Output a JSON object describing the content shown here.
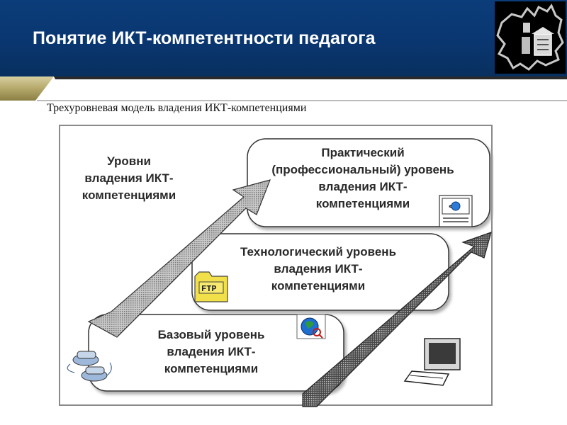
{
  "slide": {
    "title": "Понятие ИКТ-компетентности педагога",
    "subtitle": "Трехуровневая модель владения ИКТ-компетенциями"
  },
  "diagram": {
    "axis_label": [
      "Уровни",
      "владения ИКТ-",
      "компетенциями"
    ],
    "levels": [
      {
        "id": "practical",
        "lines": [
          "Практический",
          "(профессиональный) уровень",
          "владения ИКТ-",
          "компетенциями"
        ]
      },
      {
        "id": "technological",
        "lines": [
          "Технологический уровень",
          "владения ИКТ-",
          "компетенциями"
        ]
      },
      {
        "id": "basic",
        "lines": [
          "Базовый уровень",
          "владения ИКТ-",
          "компетенциями"
        ]
      }
    ],
    "icons": {
      "ftp_label": "FTP",
      "html_label": "<>",
      "names": [
        "logo-map-icon",
        "html-document-icon",
        "ftp-folder-icon",
        "globe-search-icon",
        "telephone-icon",
        "computer-icon"
      ]
    }
  }
}
